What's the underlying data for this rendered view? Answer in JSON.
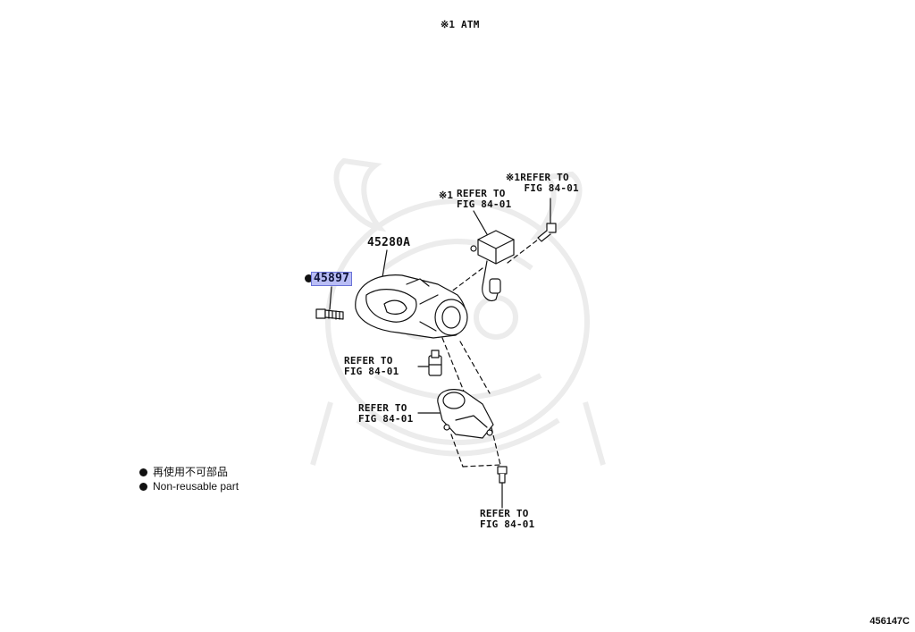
{
  "header": {
    "note": "※1 ATM"
  },
  "labels": {
    "ref_top_right": "※1REFER TO\n   FIG 84-01",
    "ref_sensor_mark": "※1",
    "ref_sensor": "REFER TO\nFIG 84-01",
    "part_45280A": "45280A",
    "part_45897": "45897",
    "ref_switch": "REFER TO\nFIG 84-01",
    "ref_housing": "REFER TO\nFIG 84-01",
    "ref_screw": "REFER TO\nFIG 84-01"
  },
  "legend": {
    "line1": "再使用不可部品",
    "line2": "Non-reusable part"
  },
  "illustration_code": "456147C",
  "colors": {
    "highlight": "#b9bdf5",
    "highlight_border": "#6b73d8",
    "ink": "#111111",
    "watermark": "#ececec"
  }
}
